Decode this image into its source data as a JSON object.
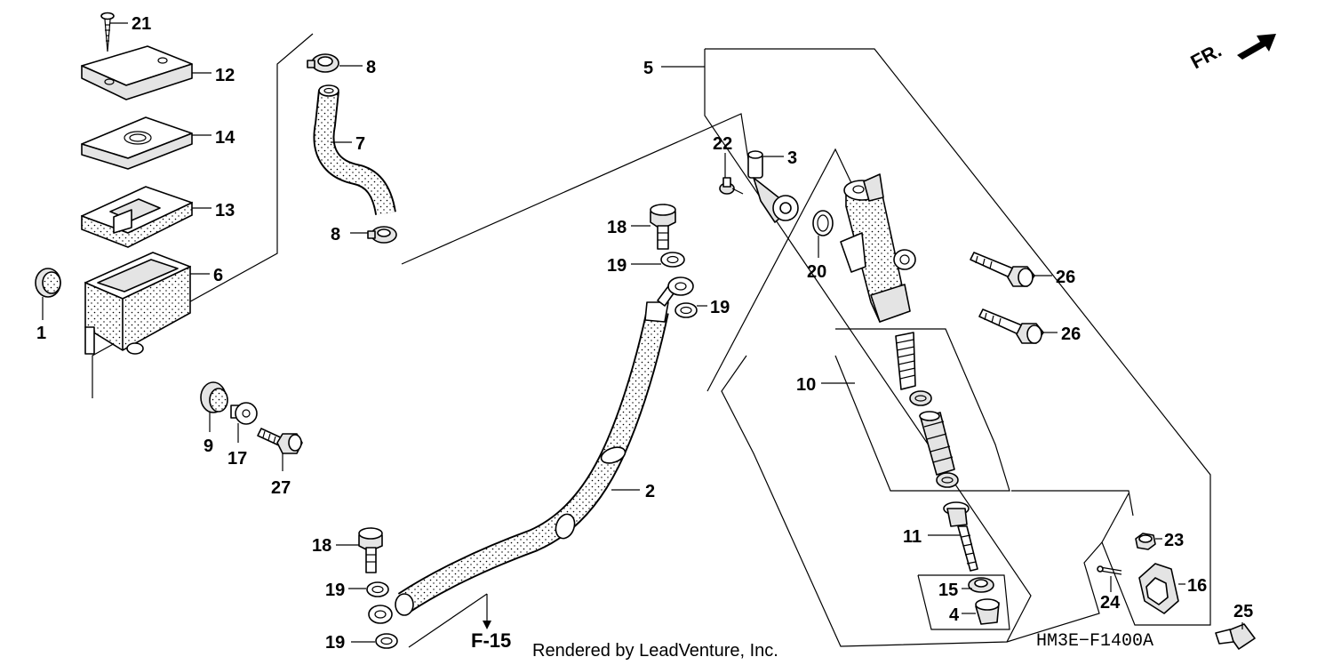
{
  "diagram": {
    "front_marker": "FR.",
    "reference": "F-15",
    "credit": "Rendered by LeadVenture, Inc.",
    "code": "HM3E−F1400A"
  },
  "callouts": [
    {
      "id": "p21",
      "label": "21"
    },
    {
      "id": "p12",
      "label": "12"
    },
    {
      "id": "p14",
      "label": "14"
    },
    {
      "id": "p13",
      "label": "13"
    },
    {
      "id": "p6",
      "label": "6"
    },
    {
      "id": "p1",
      "label": "1"
    },
    {
      "id": "p8a",
      "label": "8"
    },
    {
      "id": "p7",
      "label": "7"
    },
    {
      "id": "p8b",
      "label": "8"
    },
    {
      "id": "p5",
      "label": "5"
    },
    {
      "id": "p22",
      "label": "22"
    },
    {
      "id": "p3",
      "label": "3"
    },
    {
      "id": "p18a",
      "label": "18"
    },
    {
      "id": "p19a",
      "label": "19"
    },
    {
      "id": "p19b",
      "label": "19"
    },
    {
      "id": "p20",
      "label": "20"
    },
    {
      "id": "p26a",
      "label": "26"
    },
    {
      "id": "p26b",
      "label": "26"
    },
    {
      "id": "p10",
      "label": "10"
    },
    {
      "id": "p9",
      "label": "9"
    },
    {
      "id": "p17",
      "label": "17"
    },
    {
      "id": "p27",
      "label": "27"
    },
    {
      "id": "p2",
      "label": "2"
    },
    {
      "id": "p11",
      "label": "11"
    },
    {
      "id": "p23",
      "label": "23"
    },
    {
      "id": "p16",
      "label": "16"
    },
    {
      "id": "p15",
      "label": "15"
    },
    {
      "id": "p4",
      "label": "4"
    },
    {
      "id": "p24",
      "label": "24"
    },
    {
      "id": "p25",
      "label": "25"
    },
    {
      "id": "p18b",
      "label": "18"
    },
    {
      "id": "p19c",
      "label": "19"
    },
    {
      "id": "p19d",
      "label": "19"
    }
  ]
}
